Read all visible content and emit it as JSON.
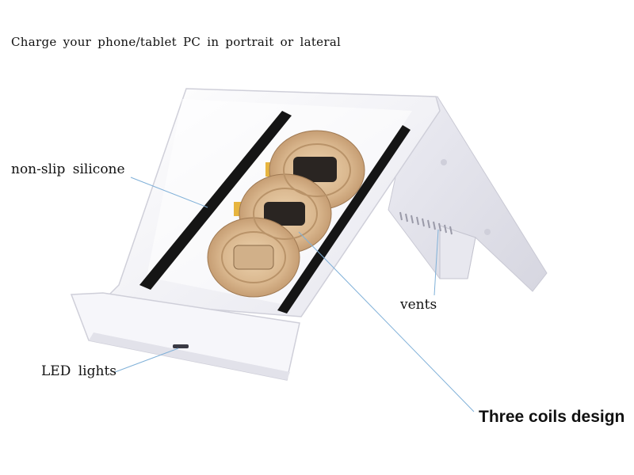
{
  "caption": "Charge your phone/tablet PC in portrait or lateral",
  "callouts": {
    "silicone": "non-slip silicone",
    "led": "LED lights",
    "vents": "vents",
    "coils": "Three coils design"
  },
  "colors": {
    "body": "#f4f4f8",
    "shadow": "#d9d9e2",
    "strip": "#151515",
    "coil_copper": "#d8b58c",
    "coil_dark": "#2a2522",
    "leader_line": "#7fb0d8"
  }
}
